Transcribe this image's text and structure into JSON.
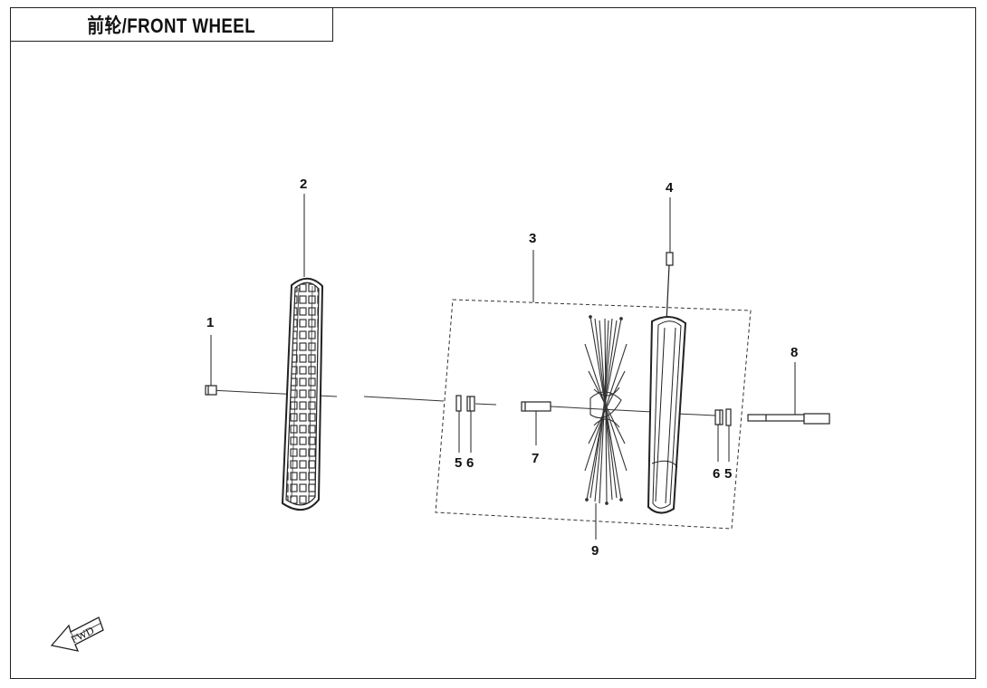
{
  "title": "前轮/FRONT WHEEL",
  "callouts": {
    "c1": "1",
    "c2": "2",
    "c3": "3",
    "c4": "4",
    "c5a": "5",
    "c6a": "6",
    "c7": "7",
    "c8": "8",
    "c9": "9",
    "c6b": "6",
    "c5b": "5"
  },
  "fwd_label": "FWD"
}
